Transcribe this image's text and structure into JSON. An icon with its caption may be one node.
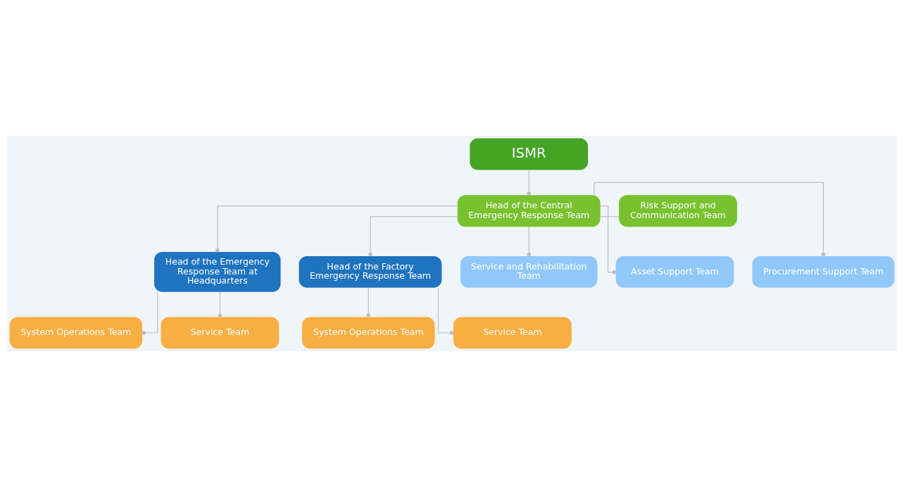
{
  "diagram": {
    "nodes": [
      {
        "text": [
          "ISMR"
        ]
      },
      {
        "text": [
          "Head of the Central Emergency Response Team"
        ]
      },
      {
        "text": [
          "Risk Support and Communication Team"
        ]
      },
      {
        "text": [
          "Head of the Emergency Response Team at Headquarters"
        ]
      },
      {
        "text": [
          "Head of the Factory Emergency Response Team"
        ]
      },
      {
        "text": [
          "System Operations Team"
        ]
      },
      {
        "text": [
          "Service Team"
        ]
      },
      {
        "text": [
          "System Operations Team"
        ]
      },
      {
        "text": [
          "Service Team"
        ]
      },
      {
        "text": [
          "Service and Rehabilitation Team"
        ]
      },
      {
        "text": [
          "Asset Support Team"
        ]
      },
      {
        "text": [
          "Procurement Support Team"
        ]
      }
    ],
    "edges": [
      {
        "from": 0,
        "to": 1,
        "arrow": "other"
      },
      {
        "from": 1,
        "to": 2,
        "arrow": "none"
      },
      {
        "from": 1,
        "to": 3,
        "arrow": "other"
      },
      {
        "from": 1,
        "to": 4,
        "arrow": "other"
      },
      {
        "from": 3,
        "to": 5,
        "arrow": "other"
      },
      {
        "from": 3,
        "to": 6,
        "arrow": "other"
      },
      {
        "from": 4,
        "to": 7,
        "arrow": "other"
      },
      {
        "from": 4,
        "to": 8,
        "arrow": "other"
      },
      {
        "from": 1,
        "to": 9,
        "arrow": "other"
      },
      {
        "from": 1,
        "to": 10,
        "arrow": "other"
      },
      {
        "from": 1,
        "to": 11,
        "arrow": "other"
      }
    ]
  }
}
